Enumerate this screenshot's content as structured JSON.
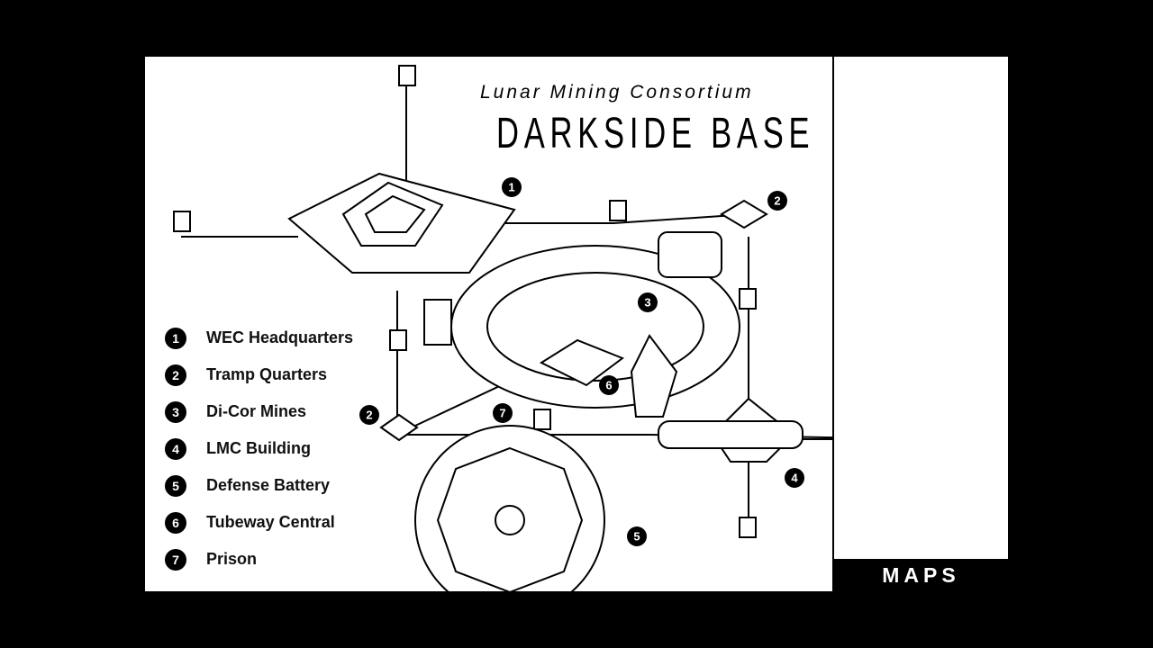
{
  "header": {
    "subtitle": "Lunar Mining Consortium",
    "title": "DARKSIDE BASE"
  },
  "legend": [
    {
      "num": "1",
      "label": "WEC Headquarters"
    },
    {
      "num": "2",
      "label": "Tramp Quarters"
    },
    {
      "num": "3",
      "label": "Di-Cor Mines"
    },
    {
      "num": "4",
      "label": "LMC Building"
    },
    {
      "num": "5",
      "label": "Defense Battery"
    },
    {
      "num": "6",
      "label": "Tubeway Central"
    },
    {
      "num": "7",
      "label": "Prison"
    }
  ],
  "map_markers": [
    "1",
    "2",
    "2",
    "3",
    "4",
    "5",
    "6",
    "7"
  ],
  "side": {
    "tab_label": "MAPS"
  },
  "colors": {
    "background": "#000000",
    "page": "#ffffff",
    "ink": "#000000"
  }
}
